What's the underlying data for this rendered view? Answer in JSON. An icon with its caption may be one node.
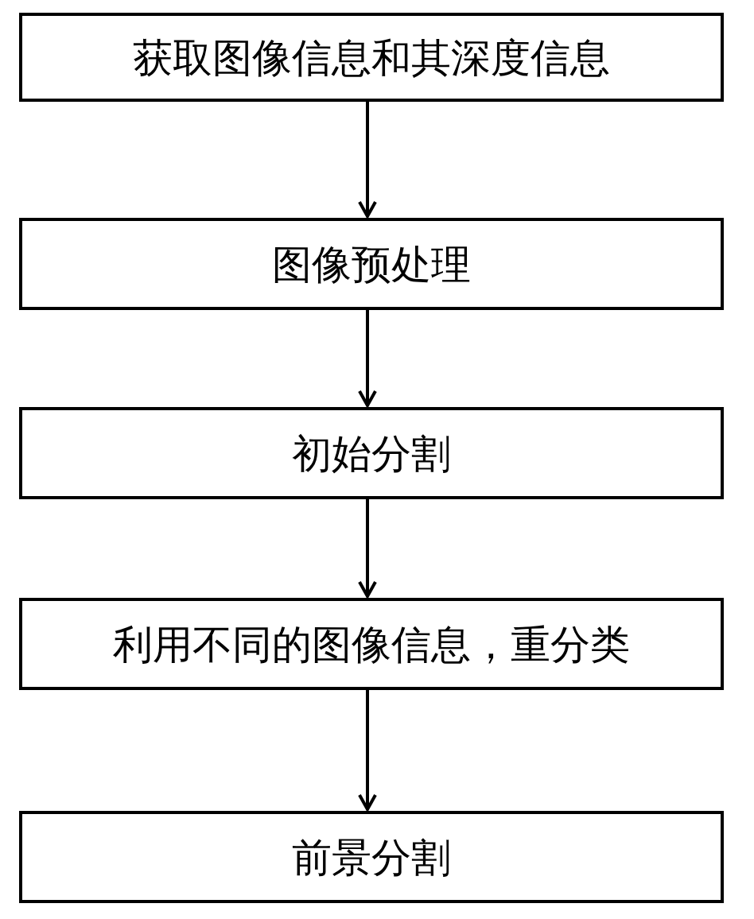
{
  "diagram": {
    "nodes": [
      {
        "text": [
          "获取图像信息和其深度信息"
        ]
      },
      {
        "text": [
          "图像预处理"
        ]
      },
      {
        "text": [
          "初始分割"
        ]
      },
      {
        "text": [
          "利用不同的图像信息，重分类"
        ]
      },
      {
        "text": [
          "前景分割"
        ]
      }
    ],
    "edges": [
      {
        "from": 0,
        "to": 1,
        "arrow": "to"
      },
      {
        "from": 1,
        "to": 2,
        "arrow": "to"
      },
      {
        "from": 2,
        "to": 3,
        "arrow": "to"
      },
      {
        "from": 3,
        "to": 4,
        "arrow": "to"
      }
    ]
  }
}
